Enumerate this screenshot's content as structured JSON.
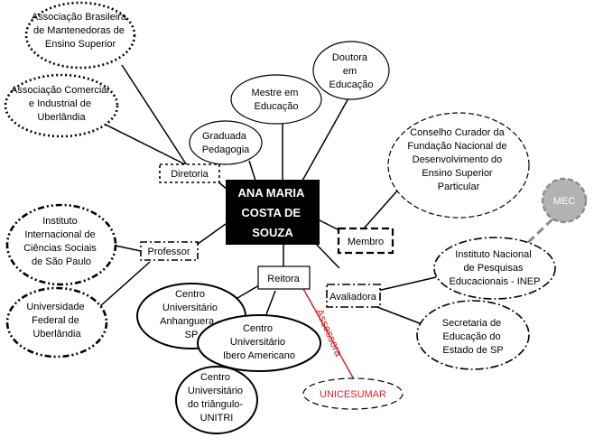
{
  "center": {
    "lines": [
      "ANA MARIA",
      "COSTA DE",
      "SOUZA"
    ]
  },
  "roles": {
    "diretoria": "Diretoria",
    "professor": "Professor",
    "reitora": "Reitora",
    "avaliadora": "Avaliadora",
    "membro": "Membro",
    "assessora": "Assessora"
  },
  "education": {
    "graduada": [
      "Graduada",
      "Pedagogia"
    ],
    "mestre": [
      "Mestre em",
      "Educação"
    ],
    "doutora": [
      "Doutora",
      "em",
      "Educação"
    ]
  },
  "diretoria_orgs": {
    "abmes": [
      "Associação Brasileira",
      "de Mantenedoras de",
      "Ensino Superior"
    ],
    "acium": [
      "Associação Comercial",
      "e Industrial de",
      "Uberlândia"
    ]
  },
  "professor_orgs": {
    "iicssp": [
      "Instituto",
      "Internacional de",
      "Ciências Sociais",
      "de São Paulo"
    ],
    "ufu": [
      "Universidade",
      "Federal de",
      "Uberlândia"
    ]
  },
  "reitora_orgs": {
    "anhanguera": [
      "Centro",
      "Universitário",
      "Anhanguera -",
      "SP"
    ],
    "ibero": [
      "Centro",
      "Universitário",
      "Ibero Americano"
    ],
    "unitri": [
      "Centro",
      "Universitário",
      "do triângulo-",
      "UNITRI"
    ]
  },
  "assessora_org": "UNICESUMAR",
  "membro_org": [
    "Conselho Curador da",
    "Fundação Nacional de",
    "Desenvolvimento do",
    "Ensino Superior",
    "Particular"
  ],
  "avaliadora_orgs": {
    "inep": [
      "Instituto Nacional",
      "de Pesquisas",
      "Educacionais - INEP"
    ],
    "see_sp": [
      "Secretaria de",
      "Educação do",
      "Estado de SP"
    ]
  },
  "mec": "MEC",
  "colors": {
    "center_fill": "#000000",
    "accent_red": "#d8232a",
    "mec_fill": "#b3b3b3",
    "line": "#000000"
  }
}
